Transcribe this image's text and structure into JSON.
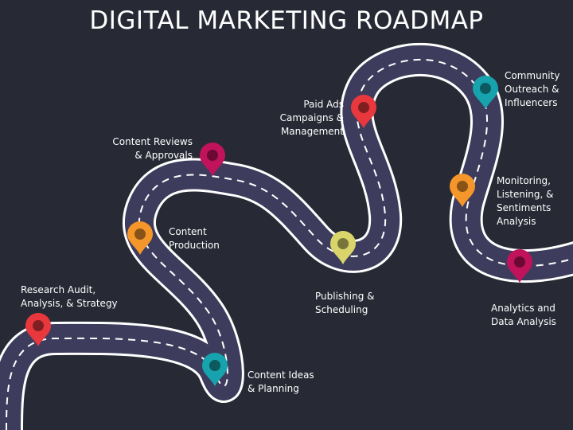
{
  "title": "DIGITAL MARKETING ROADMAP",
  "steps": [
    {
      "label": "Research Audit,\nAnalysis, & Strategy",
      "color": "#e8383d",
      "icon": "map-pin-icon"
    },
    {
      "label": "Content Ideas\n& Planning",
      "color": "#16a3ad",
      "icon": "map-pin-icon"
    },
    {
      "label": "Content\nProduction",
      "color": "#f5962a",
      "icon": "map-pin-icon"
    },
    {
      "label": "Content Reviews\n& Approvals",
      "color": "#c0135c",
      "icon": "map-pin-icon"
    },
    {
      "label": "Publishing &\nScheduling",
      "color": "#d9d56a",
      "icon": "map-pin-icon"
    },
    {
      "label": "Paid Ads\nCampaigns &\nManagement",
      "color": "#e8383d",
      "icon": "map-pin-icon"
    },
    {
      "label": "Community\nOutreach &\nInfluencers",
      "color": "#16a3ad",
      "icon": "map-pin-icon"
    },
    {
      "label": "Monitoring,\nListening, &\nSentiments\nAnalysis",
      "color": "#f5962a",
      "icon": "map-pin-icon"
    },
    {
      "label": "Analytics and\nData Analysis",
      "color": "#c0135c",
      "icon": "map-pin-icon"
    }
  ],
  "colors": {
    "background": "#272a35",
    "road": "#3e3c5c",
    "road_edge": "#ffffff",
    "lane_dash": "#ffffff"
  }
}
